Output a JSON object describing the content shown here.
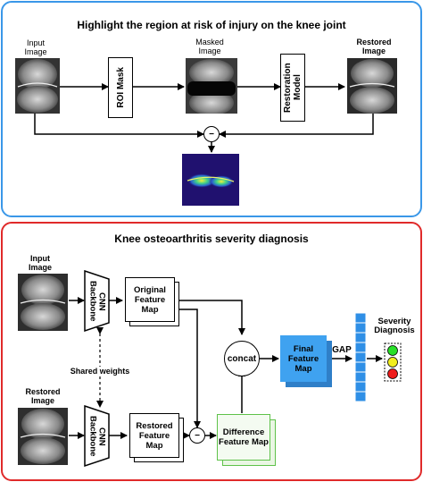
{
  "top_panel": {
    "title": "Highlight the region at risk of injury on the knee joint",
    "input_label": "Input Image",
    "roi_label": "ROI Mask",
    "masked_label": "Masked Image",
    "restoration_label": "Restoration Model",
    "restored_label": "Restored Image",
    "subtract_symbol": "−"
  },
  "bottom_panel": {
    "title": "Knee osteoarthritis severity diagnosis",
    "input_label": "Input Image",
    "restored_label": "Restored Image",
    "cnn_top": "CNN Backbone",
    "cnn_bottom": "CNN Backbone",
    "shared_weights": "Shared weights",
    "original_map": "Original Feature Map",
    "restored_map": "Restored Feature Map",
    "difference_map": "Difference Feature Map",
    "concat": "concat",
    "final_map": "Final Feature Map",
    "gap": "GAP",
    "severity": "Severity Diagnosis",
    "subtract_symbol": "−",
    "colors": {
      "top_border": "#3a97e8",
      "bottom_border": "#e02a2a",
      "final_map": "#3fa2f0",
      "difference_border": "#5fc24a",
      "gap_vector": "#2f8fe6",
      "light_green": "#27e027",
      "light_yellow": "#f1ee1e",
      "light_red": "#ee1c1c"
    }
  }
}
